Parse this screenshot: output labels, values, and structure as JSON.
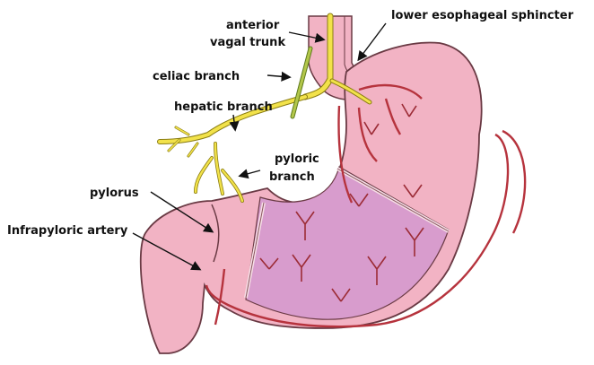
{
  "labels": {
    "anterior_vagal_trunk_line1": "anterior",
    "anterior_vagal_trunk_line2": "vagal trunk",
    "lower_esophageal_sphincter": "lower esophageal sphincter",
    "celiac_branch": "celiac branch",
    "hepatic_branch": "hepatic branch",
    "pyloric_branch_line1": "pyloric",
    "pyloric_branch_line2": "branch",
    "pylorus": "pylorus",
    "infrapyloric_artery": "Infrapyloric artery"
  },
  "colors": {
    "stomach_outer": "#f2b3c4",
    "stomach_inner": "#d89ccd",
    "outline": "#6a3a44",
    "artery": "#b6333d",
    "nerve": "#f2e24a",
    "nerve_outline": "#8a7d12",
    "label_text": "#111111"
  }
}
